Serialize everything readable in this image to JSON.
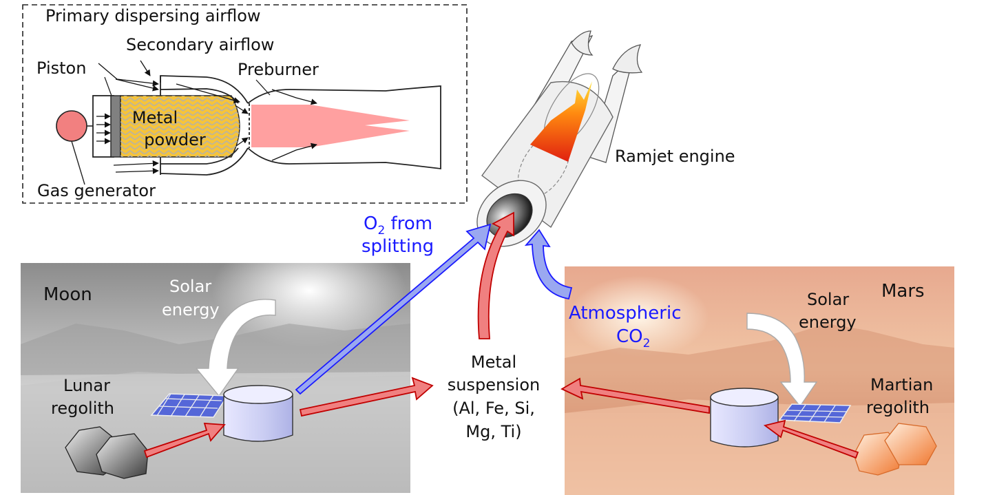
{
  "inset": {
    "primary_airflow": "Primary dispersing airflow",
    "secondary_airflow": "Secondary airflow",
    "preburner": "Preburner",
    "piston": "Piston",
    "metal_powder_line1": "Metal",
    "metal_powder_line2": "powder",
    "gas_generator": "Gas generator"
  },
  "ramjet": {
    "label": "Ramjet engine"
  },
  "oxygen": {
    "line1_main": "O",
    "line1_sub": "2",
    "line1_rest": " from",
    "line2": "splitting"
  },
  "moon": {
    "title": "Moon",
    "solar_line1": "Solar",
    "solar_line2": "energy",
    "regolith_line1": "Lunar",
    "regolith_line2": "regolith"
  },
  "mars": {
    "title": "Mars",
    "solar_line1": "Solar",
    "solar_line2": "energy",
    "regolith_line1": "Martian",
    "regolith_line2": "regolith"
  },
  "co2": {
    "line1": "Atmospheric",
    "line2_main": "CO",
    "line2_sub": "2"
  },
  "suspension": {
    "line1": "Metal",
    "line2": "suspension",
    "line3": "(Al, Fe, Si,",
    "line4": "Mg, Ti)"
  },
  "colors": {
    "red_arrow": "#f08080",
    "blue_arrow": "#9aa8f0",
    "metal_powder": "#f6c43a",
    "flame": "#ffa0a0",
    "moon_sky": "#9a9a9a",
    "mars_sky": "#e9b49a"
  }
}
